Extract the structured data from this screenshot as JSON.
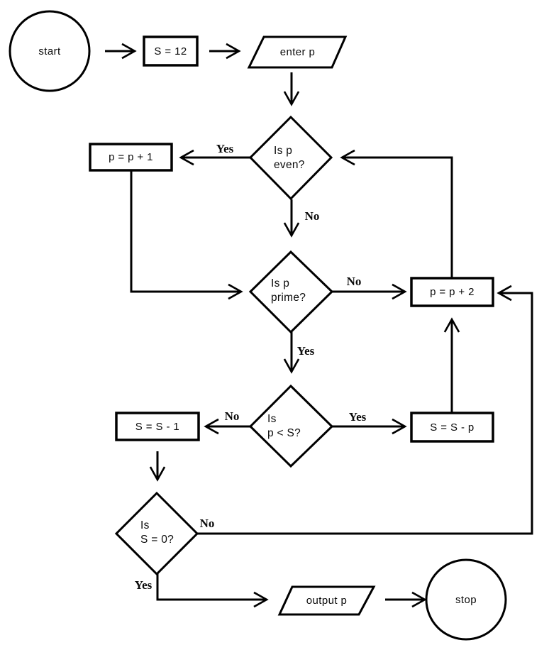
{
  "background": "#ffffff",
  "stroke_color": "#000000",
  "nodes": {
    "start": {
      "type": "terminal",
      "label": "start"
    },
    "set_s": {
      "type": "process",
      "label": "S = 12"
    },
    "enter_p": {
      "type": "io",
      "label": "enter p"
    },
    "is_even": {
      "type": "decision",
      "line1": "Is p",
      "line2": "even?"
    },
    "inc_p1": {
      "type": "process",
      "label": "p = p + 1"
    },
    "is_prime": {
      "type": "decision",
      "line1": "Is p",
      "line2": "prime?"
    },
    "inc_p2": {
      "type": "process",
      "label": "p = p + 2"
    },
    "is_less": {
      "type": "decision",
      "line1": "Is",
      "line2": "p < S?"
    },
    "sub_p": {
      "type": "process",
      "label": "S = S - p"
    },
    "dec_s": {
      "type": "process",
      "label": "S = S - 1"
    },
    "is_zero": {
      "type": "decision",
      "line1": "Is",
      "line2": "S = 0?"
    },
    "output_p": {
      "type": "io",
      "label": "output p"
    },
    "stop": {
      "type": "terminal",
      "label": "stop"
    }
  },
  "edges": [
    {
      "from": "start",
      "to": "set_s",
      "label": ""
    },
    {
      "from": "set_s",
      "to": "enter_p",
      "label": ""
    },
    {
      "from": "enter_p",
      "to": "is_even",
      "label": ""
    },
    {
      "from": "is_even",
      "to": "inc_p1",
      "label": "Yes"
    },
    {
      "from": "is_even",
      "to": "is_prime",
      "label": "No"
    },
    {
      "from": "inc_p1",
      "to": "is_prime",
      "label": ""
    },
    {
      "from": "is_prime",
      "to": "inc_p2",
      "label": "No"
    },
    {
      "from": "is_prime",
      "to": "is_less",
      "label": "Yes"
    },
    {
      "from": "inc_p2",
      "to": "is_even",
      "label": ""
    },
    {
      "from": "is_less",
      "to": "dec_s",
      "label": "No"
    },
    {
      "from": "is_less",
      "to": "sub_p",
      "label": "Yes"
    },
    {
      "from": "sub_p",
      "to": "inc_p2",
      "label": ""
    },
    {
      "from": "dec_s",
      "to": "is_zero",
      "label": ""
    },
    {
      "from": "is_zero",
      "to": "inc_p2",
      "label": "No"
    },
    {
      "from": "is_zero",
      "to": "output_p",
      "label": "Yes"
    },
    {
      "from": "output_p",
      "to": "stop",
      "label": ""
    }
  ]
}
